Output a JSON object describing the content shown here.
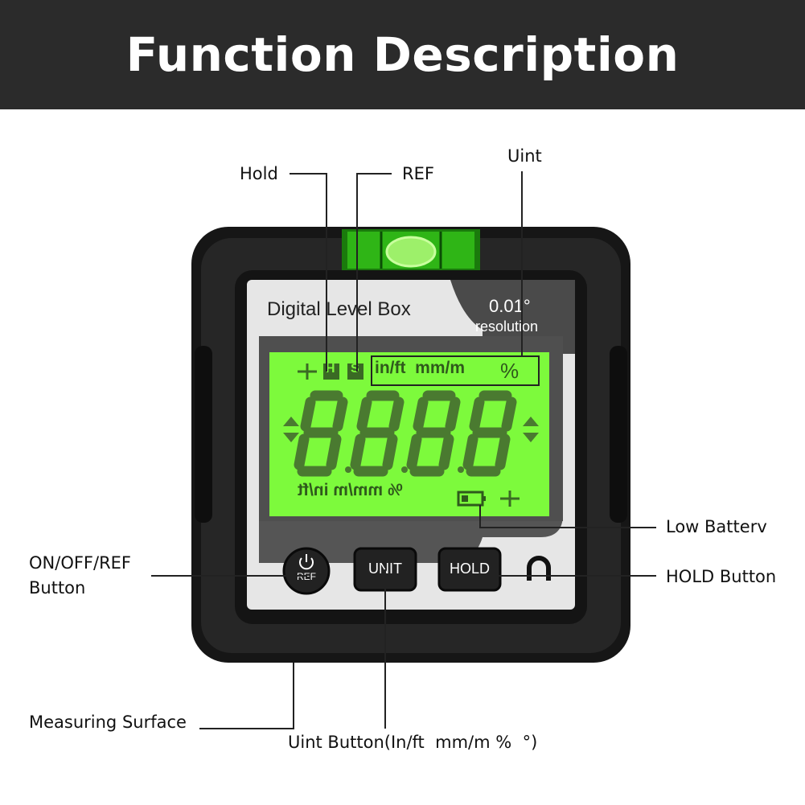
{
  "header": {
    "title": "Function Description"
  },
  "labels": {
    "hold": "Hold",
    "ref": "REF",
    "unit": "Uint",
    "low_battery": "Low Batterv",
    "on_off_ref_button_1": "ON/OFF/REF",
    "on_off_ref_button_2": "Button",
    "hold_button": "HOLD Button",
    "measuring_surface": "Measuring Surface",
    "unit_button": "Uint Button(In/ft  mm/m %  °)"
  },
  "device": {
    "brand_text": "Digital Level Box",
    "resolution_value": "0.01°",
    "resolution_label": "resolution",
    "lcd_top_units": "in/ft  mm/m",
    "lcd_percent": "%",
    "lcd_h": "H",
    "lcd_s": "S",
    "lcd_digits": "8.8.8.8",
    "lcd_bottom_units": "% mm/m in/ft",
    "buttons": {
      "power_label": "REF",
      "unit_label": "UNIT",
      "hold_label": "HOLD"
    },
    "colors": {
      "lcd": "#7dfa3c",
      "body": "#1c1c1c",
      "bubble": "#33c414"
    }
  }
}
